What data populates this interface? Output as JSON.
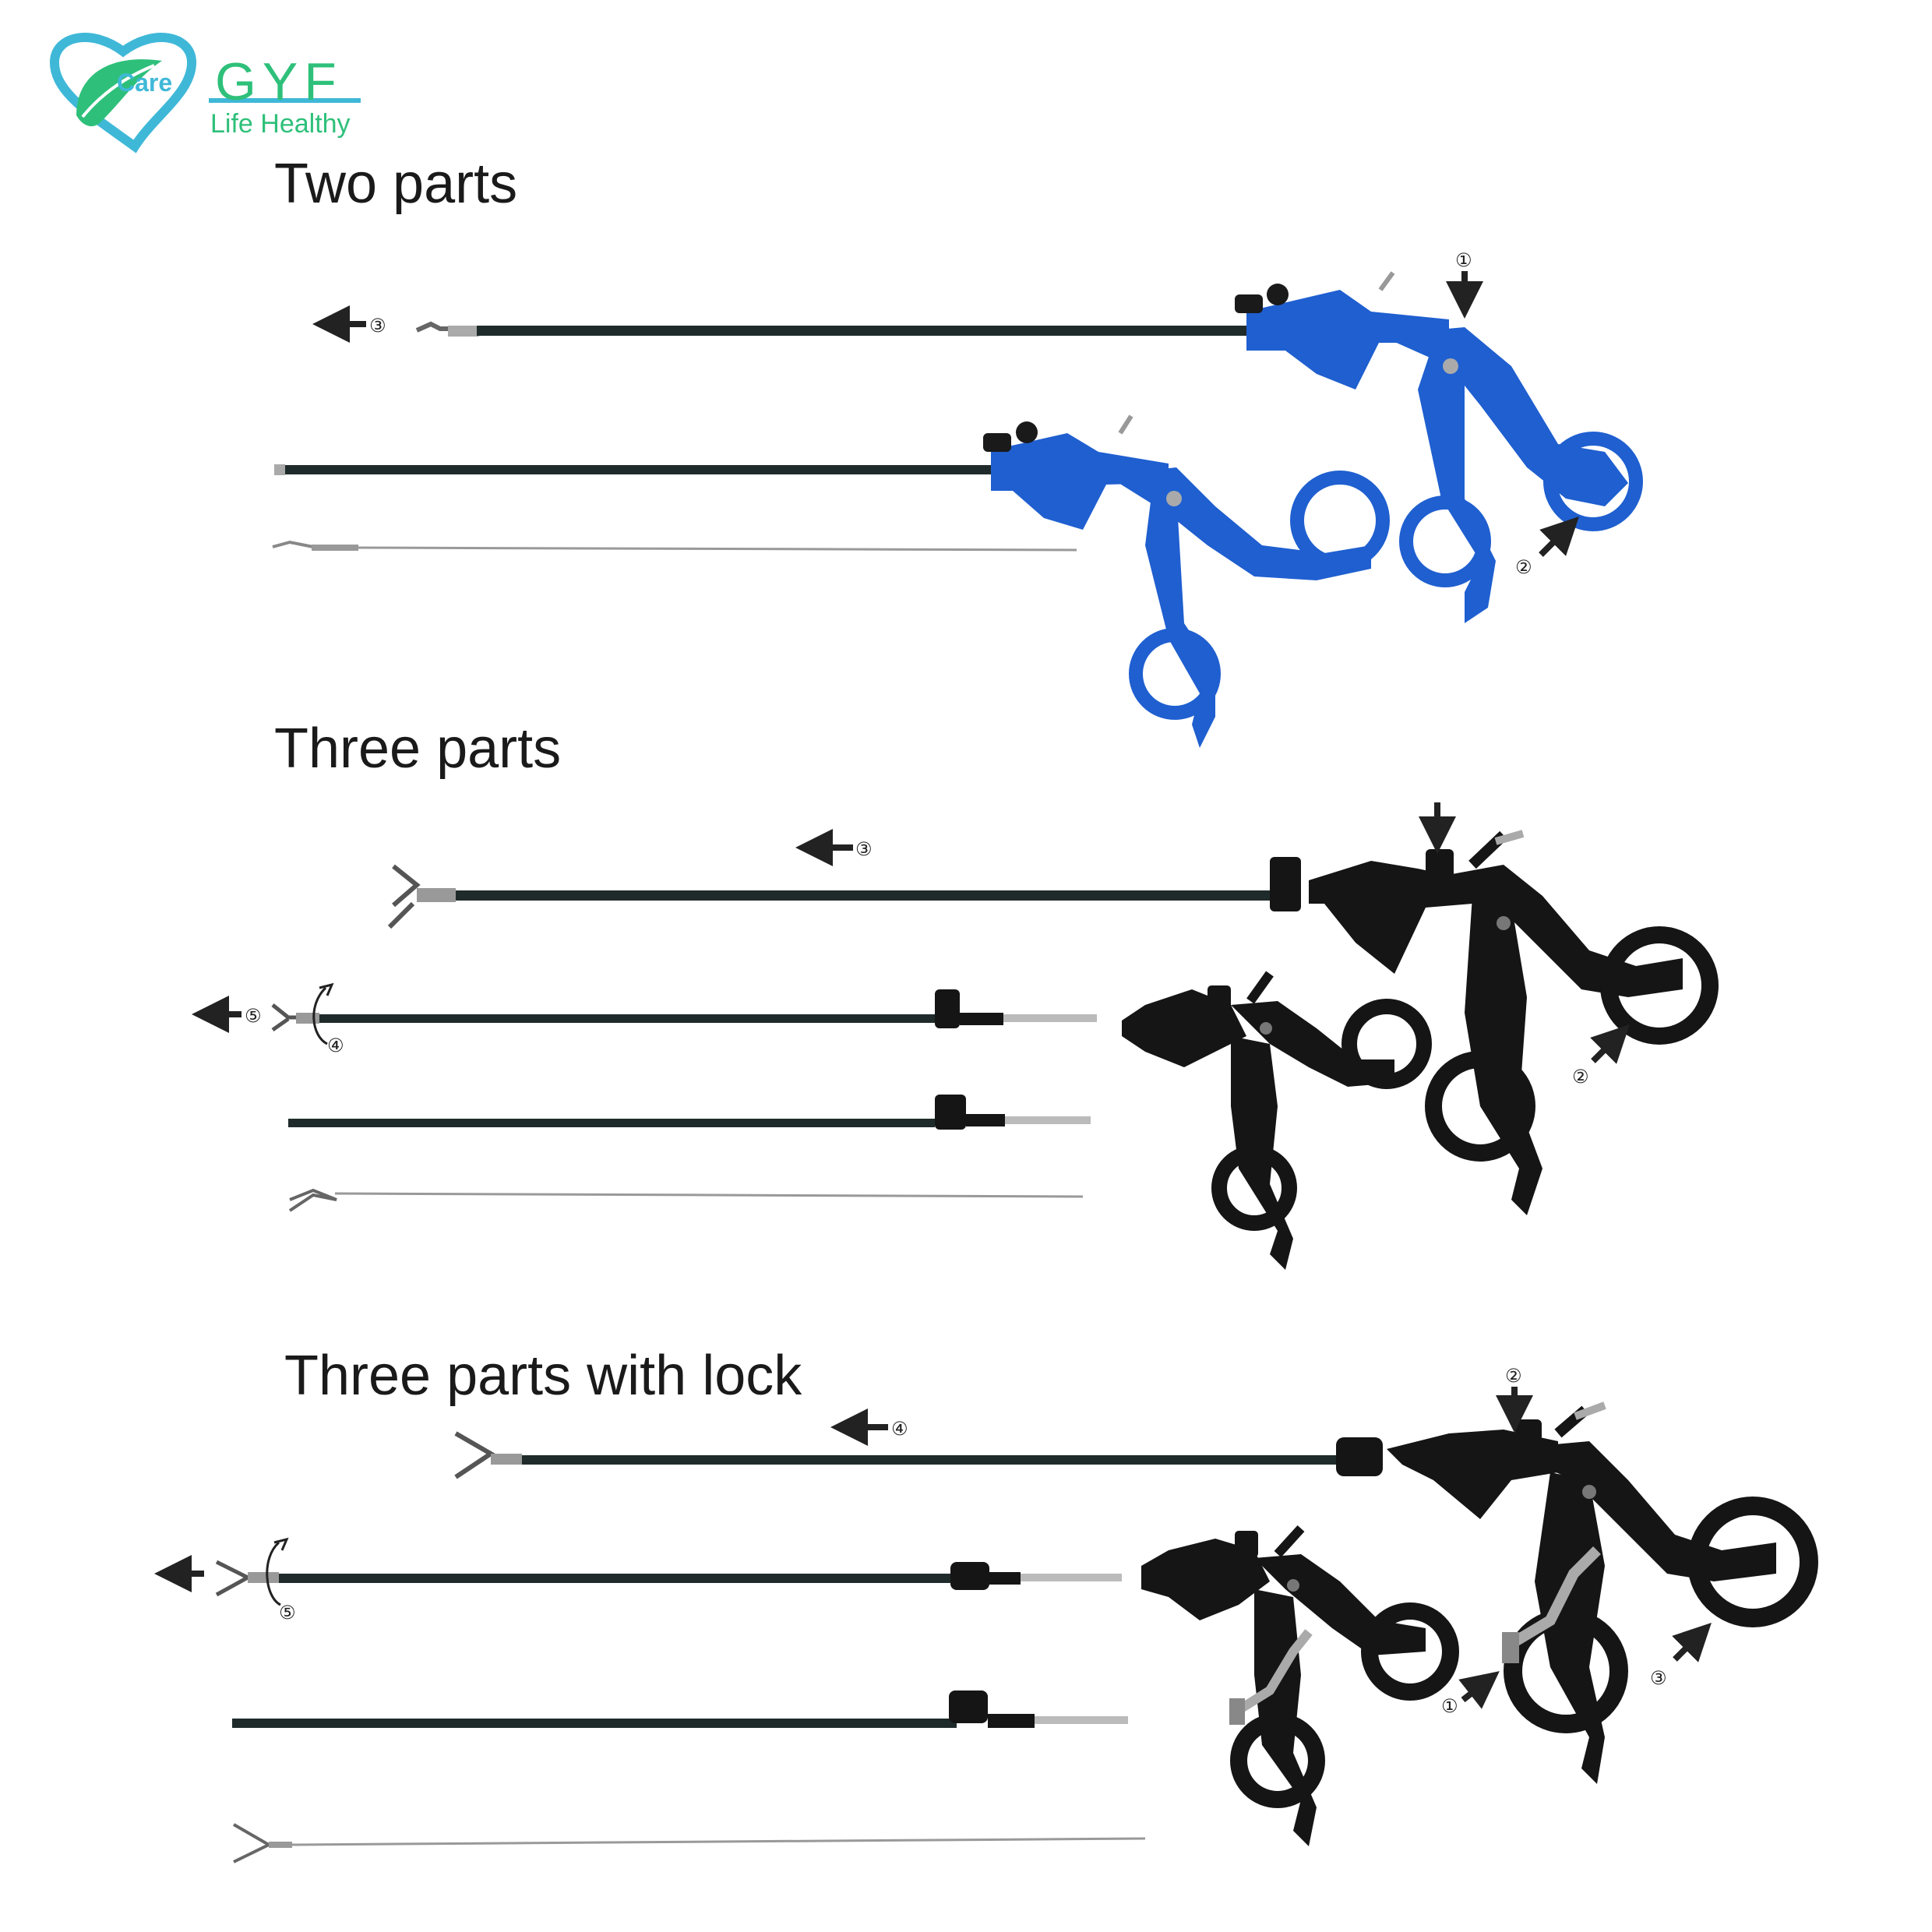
{
  "logo": {
    "care": "Care",
    "brand": "GYF",
    "tagline": "Life Healthy",
    "colors": {
      "heart": "#3fb8d8",
      "leaf": "#2ec07a",
      "text": "#2ec07a"
    }
  },
  "sections": {
    "two_parts": {
      "title": "Two parts",
      "handle_color": "#1f5fd0"
    },
    "three_parts": {
      "title": "Three parts",
      "handle_color": "#151515"
    },
    "three_parts_lock": {
      "title": "Three parts with lock",
      "handle_color": "#151515"
    }
  },
  "markers": {
    "one": "①",
    "two": "②",
    "three": "③",
    "four": "④",
    "five": "⑤"
  }
}
